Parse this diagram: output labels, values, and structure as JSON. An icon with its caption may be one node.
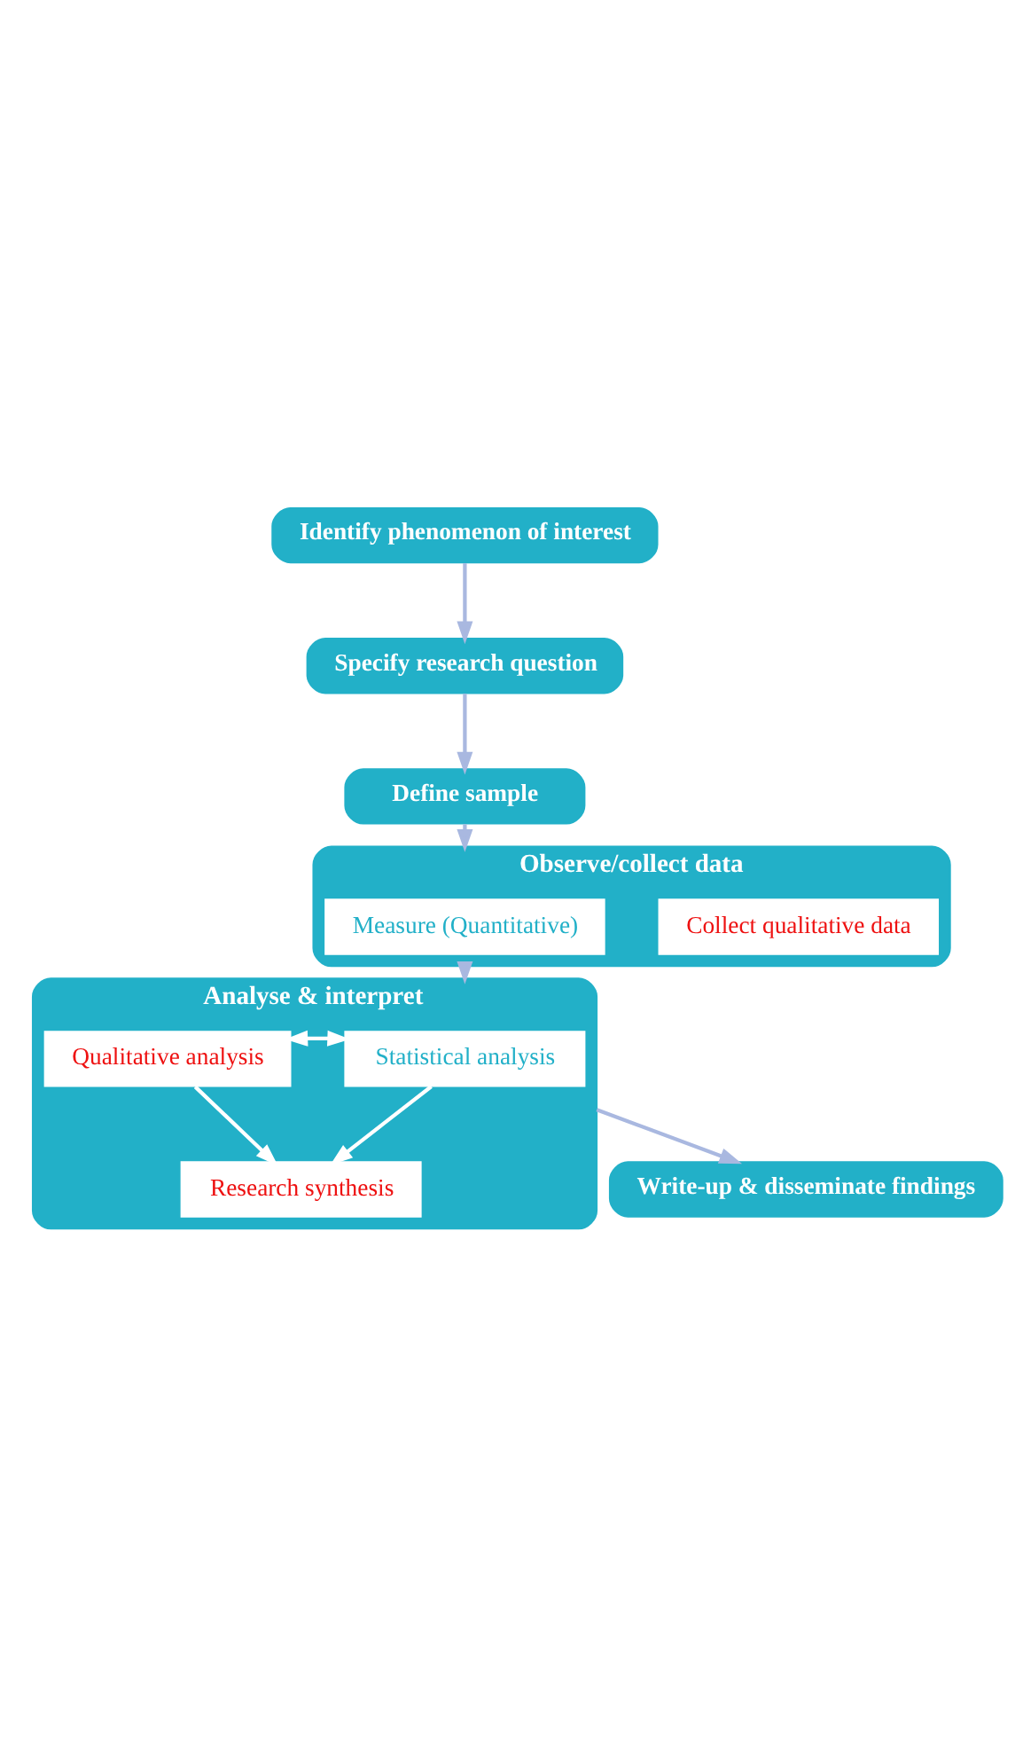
{
  "diagram": {
    "nodes": [
      {
        "text": [
          "Identify phenomenon of interest"
        ]
      },
      {
        "text": [
          "Specify research question"
        ]
      },
      {
        "text": [
          "Define sample"
        ]
      },
      {
        "text": [
          "Observe/collect data"
        ]
      },
      {
        "text": [
          "Measure (Quantitative)"
        ],
        "in": 3
      },
      {
        "text": [
          "Collect qualitative data"
        ],
        "in": 3
      },
      {
        "text": [
          "Analyse & interpret"
        ]
      },
      {
        "text": [
          "Statistical analysis"
        ],
        "in": 6
      },
      {
        "text": [
          "Qualitative analysis"
        ],
        "in": 6
      },
      {
        "text": [
          "Research synthesis"
        ],
        "in": 6
      },
      {
        "text": [
          "Write-up & disseminate findings"
        ]
      }
    ],
    "edges": [
      {
        "from": 0,
        "to": 1,
        "arrow": "to"
      },
      {
        "from": 1,
        "to": 2,
        "arrow": "to"
      },
      {
        "from": 2,
        "to": 3,
        "arrow": "to"
      },
      {
        "from": 3,
        "to": 6,
        "arrow": "to"
      },
      {
        "from": 7,
        "to": 8,
        "arrow": "both",
        "color": "#ffffff"
      },
      {
        "from": 7,
        "to": 9,
        "arrow": "to",
        "color": "#ffffff"
      },
      {
        "from": 8,
        "to": 9,
        "arrow": "to",
        "color": "#ffffff"
      },
      {
        "from": 6,
        "to": 10,
        "arrow": "to"
      }
    ]
  }
}
